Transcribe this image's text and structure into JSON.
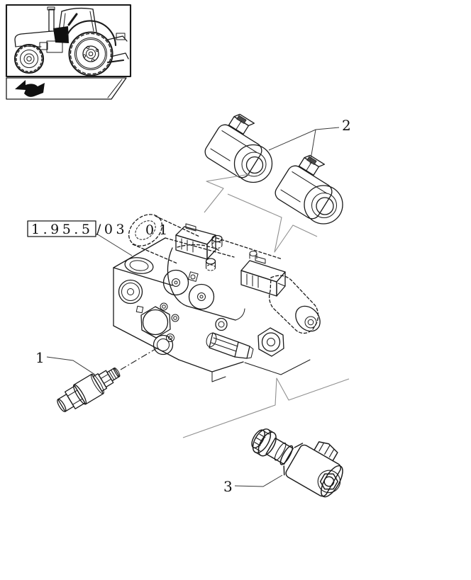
{
  "colors": {
    "background": "#ffffff",
    "ink": "#1a1a1a",
    "pointer_line": "#8f8f8f",
    "leader_line": "#3a3a3a"
  },
  "thumbnail": {
    "icon": "tractor-side-view-icon"
  },
  "nav": {
    "icon": "page-turn-arrow-icon"
  },
  "reference": {
    "boxed": "1.95.5",
    "suffix": "/03",
    "sheet": "01"
  },
  "parts": [
    {
      "label": "1",
      "name": "pressure-switch"
    },
    {
      "label": "2",
      "name": "solenoid-coils"
    },
    {
      "label": "3",
      "name": "solenoid-valve-cartridge"
    }
  ]
}
